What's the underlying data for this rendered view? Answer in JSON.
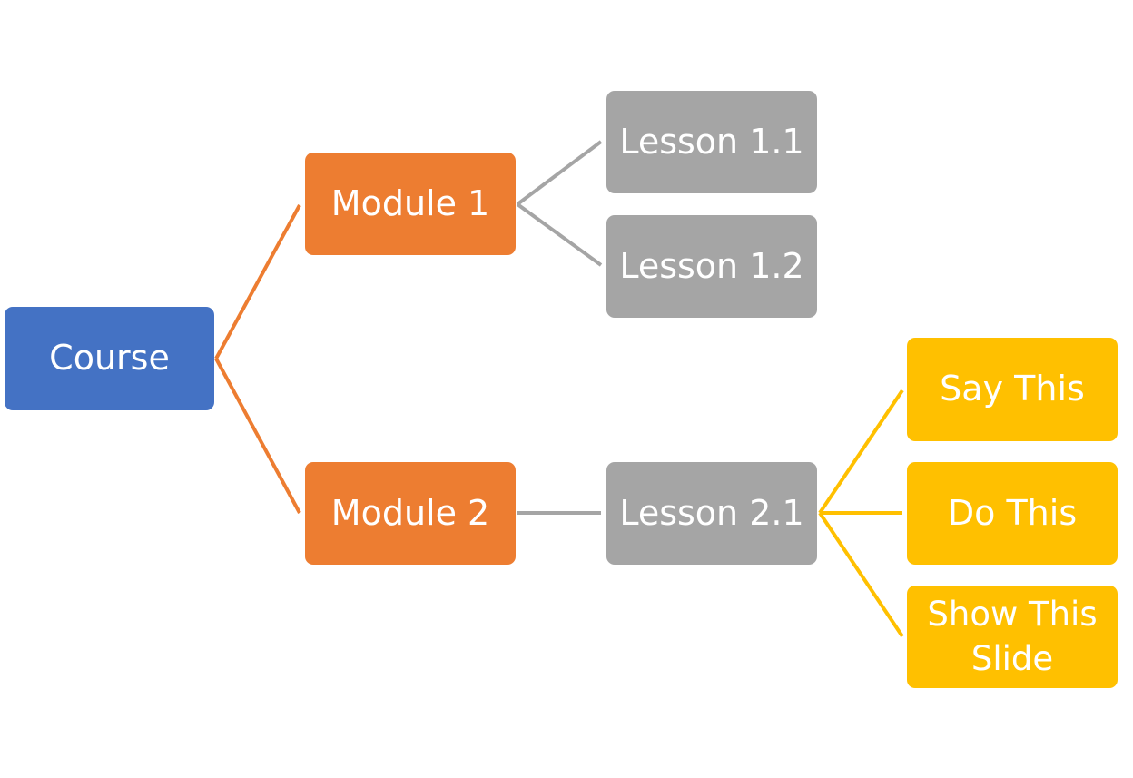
{
  "nodes": {
    "course": "Course",
    "module_1": "Module 1",
    "module_2": "Module 2",
    "lesson_1_1": "Lesson 1.1",
    "lesson_1_2": "Lesson 1.2",
    "lesson_2_1": "Lesson 2.1",
    "say_this": "Say This",
    "do_this": "Do This",
    "show_this_slide": "Show This Slide"
  },
  "colors": {
    "course": "#4472C4",
    "module": "#ED7D31",
    "lesson": "#A5A5A5",
    "step": "#FFC000",
    "text": "#FFFFFF"
  }
}
